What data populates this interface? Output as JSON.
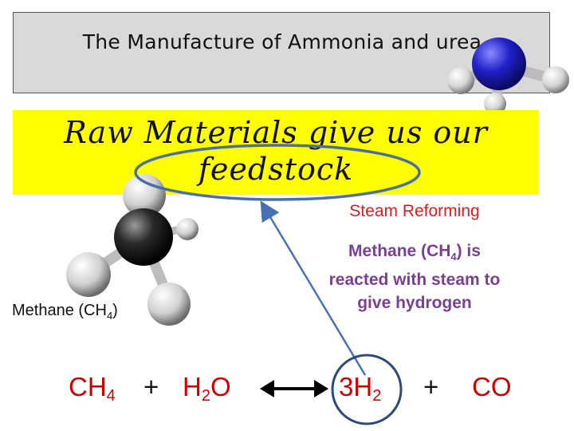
{
  "title": "The Manufacture of Ammonia and urea",
  "banner": {
    "line1": "Raw Materials  give us our",
    "line2": "feedstock"
  },
  "steam_reforming_label": "Steam Reforming",
  "description": {
    "line1_pre": "Methane (CH",
    "line1_sub": "4",
    "line1_post": ") is",
    "line2": "reacted with steam to",
    "line3": "give hydrogen"
  },
  "methane_label": {
    "pre": "Methane (CH",
    "sub": "4",
    "post": ")"
  },
  "equation": {
    "ch": "CH",
    "ch_sub": "4",
    "plus1": "+",
    "h2o_a": "H",
    "h2o_sub": "2",
    "h2o_b": "O",
    "h2_coef": "3H",
    "h2_sub": "2",
    "plus2": "+",
    "co": "CO"
  },
  "colors": {
    "banner": "#ffff00",
    "title_box": "#d9d9d9",
    "accent_red": "#d42020",
    "purple": "#7a3f93",
    "arrow_blue": "#4a6fb5",
    "oval_border": "#4a6fa0"
  },
  "icons": [
    "ammonia-molecule-icon",
    "methane-molecule-icon",
    "double-headed-arrow-icon"
  ]
}
